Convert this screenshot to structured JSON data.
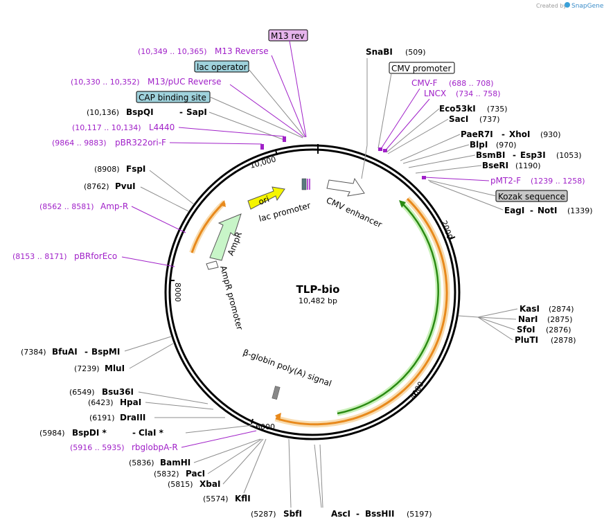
{
  "brand": {
    "created_by": "Created by",
    "product": "SnapGene"
  },
  "plasmid": {
    "name": "TLP-bio",
    "size": "10,482 bp"
  },
  "ticks": {
    "t2000": "2000",
    "t4000": "4000",
    "t6000": "6000",
    "t8000": "8000",
    "t10000": "10,000"
  },
  "features": {
    "cmv_enhancer": "CMV enhancer",
    "lac_promoter": "lac promoter",
    "ori": "ori",
    "ampr": "AmpR",
    "ampr_promoter": "AmpR promoter",
    "polya": "β-globin poly(A) signal"
  },
  "boxed": {
    "m13rev": "M13 rev",
    "lac_operator": "lac operator",
    "cap": "CAP binding site",
    "cmv_promoter": "CMV promoter",
    "kozak": "Kozak sequence"
  },
  "enzymes_right": [
    {
      "name": "SnaBI",
      "pos": "(509)"
    },
    {
      "name": "Eco53kI",
      "pos": "(735)"
    },
    {
      "name": "SacI",
      "pos": "(737)"
    },
    {
      "name": "PaeR7I",
      "name2": "XhoI",
      "pos": "(930)"
    },
    {
      "name": "BlpI",
      "pos": "(970)"
    },
    {
      "name": "BsmBI",
      "name2": "Esp3I",
      "pos": "(1053)"
    },
    {
      "name": "BseRI",
      "pos": "(1190)"
    },
    {
      "name": "EagI",
      "name2": "NotI",
      "pos": "(1339)"
    },
    {
      "name": "KasI",
      "pos": "(2874)"
    },
    {
      "name": "NarI",
      "pos": "(2875)"
    },
    {
      "name": "SfoI",
      "pos": "(2876)"
    },
    {
      "name": "PluTI",
      "pos": "(2878)"
    }
  ],
  "enzymes_bottom": [
    {
      "name": "AscI",
      "name2": "BssHII",
      "pos": "(5197)"
    },
    {
      "name": "SbfI",
      "pos": "(5287)"
    },
    {
      "name": "KflI",
      "pos": "(5574)"
    },
    {
      "name": "XbaI",
      "pos": "(5815)"
    },
    {
      "name": "PacI",
      "pos": "(5832)"
    },
    {
      "name": "BamHI",
      "pos": "(5836)"
    }
  ],
  "enzymes_left": [
    {
      "name": "BspDI *",
      "name2": "ClaI *",
      "pos": "(5984)"
    },
    {
      "name": "DraIII",
      "pos": "(6191)"
    },
    {
      "name": "HpaI",
      "pos": "(6423)"
    },
    {
      "name": "Bsu36I",
      "pos": "(6549)"
    },
    {
      "name": "MluI",
      "pos": "(7239)"
    },
    {
      "name": "BfuAI",
      "name2": "BspMI",
      "pos": "(7384)"
    },
    {
      "name": "PvuI",
      "pos": "(8762)"
    },
    {
      "name": "FspI",
      "pos": "(8908)"
    },
    {
      "name": "BspQI",
      "name2": "SapI",
      "pos": "(10,136)"
    }
  ],
  "primers": [
    {
      "name": "M13 Reverse",
      "pos": "(10,349 .. 10,365)"
    },
    {
      "name": "M13/pUC Reverse",
      "pos": "(10,330 .. 10,352)"
    },
    {
      "name": "L4440",
      "pos": "(10,117 .. 10,134)"
    },
    {
      "name": "pBR322ori-F",
      "pos": "(9864 .. 9883)"
    },
    {
      "name": "Amp-R",
      "pos": "(8562 .. 8581)"
    },
    {
      "name": "pBRforEco",
      "pos": "(8153 .. 8171)"
    },
    {
      "name": "rbglobpA-R",
      "pos": "(5916 .. 5935)"
    },
    {
      "name": "CMV-F",
      "pos": "(688 .. 708)"
    },
    {
      "name": "LNCX",
      "pos": "(734 .. 758)"
    },
    {
      "name": "pMT2-F",
      "pos": "(1239 .. 1258)"
    }
  ],
  "colors": {
    "primer": "#a020c8",
    "orange_feature": "#e8891c",
    "green_feature": "#2a8a12",
    "ori_fill": "#f5f500",
    "ampr_fill": "#c8f5c8",
    "operator_fill": "#9fd2dc",
    "m13_fill": "#e6b4ec",
    "kozak_fill": "#c8c8c8"
  }
}
